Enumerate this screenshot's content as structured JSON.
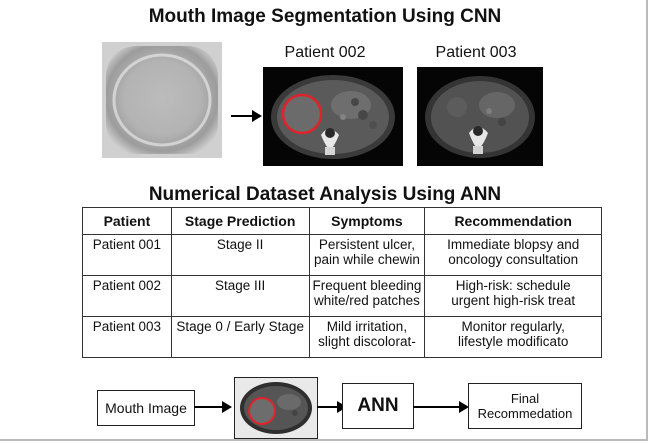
{
  "cnn_title": "Mouth Image Segmentation Using CNN",
  "patients": {
    "p002_label": "Patient 002",
    "p003_label": "Patient 003"
  },
  "ann_title": "Numerical Dataset Analysis Using ANN",
  "table": {
    "headers": [
      "Patient",
      "Stage Prediction",
      "Symptoms",
      "Recommendation"
    ],
    "rows": [
      {
        "patient": "Patient 001",
        "stage": "Stage II",
        "symptoms": [
          "Persistent ulcer,",
          "pain while chewin"
        ],
        "recommendation": [
          "Immediate blopsy and",
          "oncology consultation"
        ]
      },
      {
        "patient": "Patient 002",
        "stage": "Stage III",
        "symptoms": [
          "Frequent bleeding",
          "white/red patches"
        ],
        "recommendation": [
          "High-risk: schedule",
          "urgent high-risk treat"
        ]
      },
      {
        "patient": "Patient 003",
        "stage": "Stage 0 / Early Stage",
        "symptoms": [
          "Mild irritation,",
          "slight discolorat-"
        ],
        "recommendation": [
          "Monitor regularly,",
          "lifestyle modificato"
        ]
      }
    ]
  },
  "pipeline": {
    "input_label": "Mouth Image",
    "model_label": "ANN",
    "output_label": [
      "Final",
      "Recommedation"
    ]
  },
  "colors": {
    "segmentation_outline": "#e0232a",
    "scan_background": "#050505"
  }
}
